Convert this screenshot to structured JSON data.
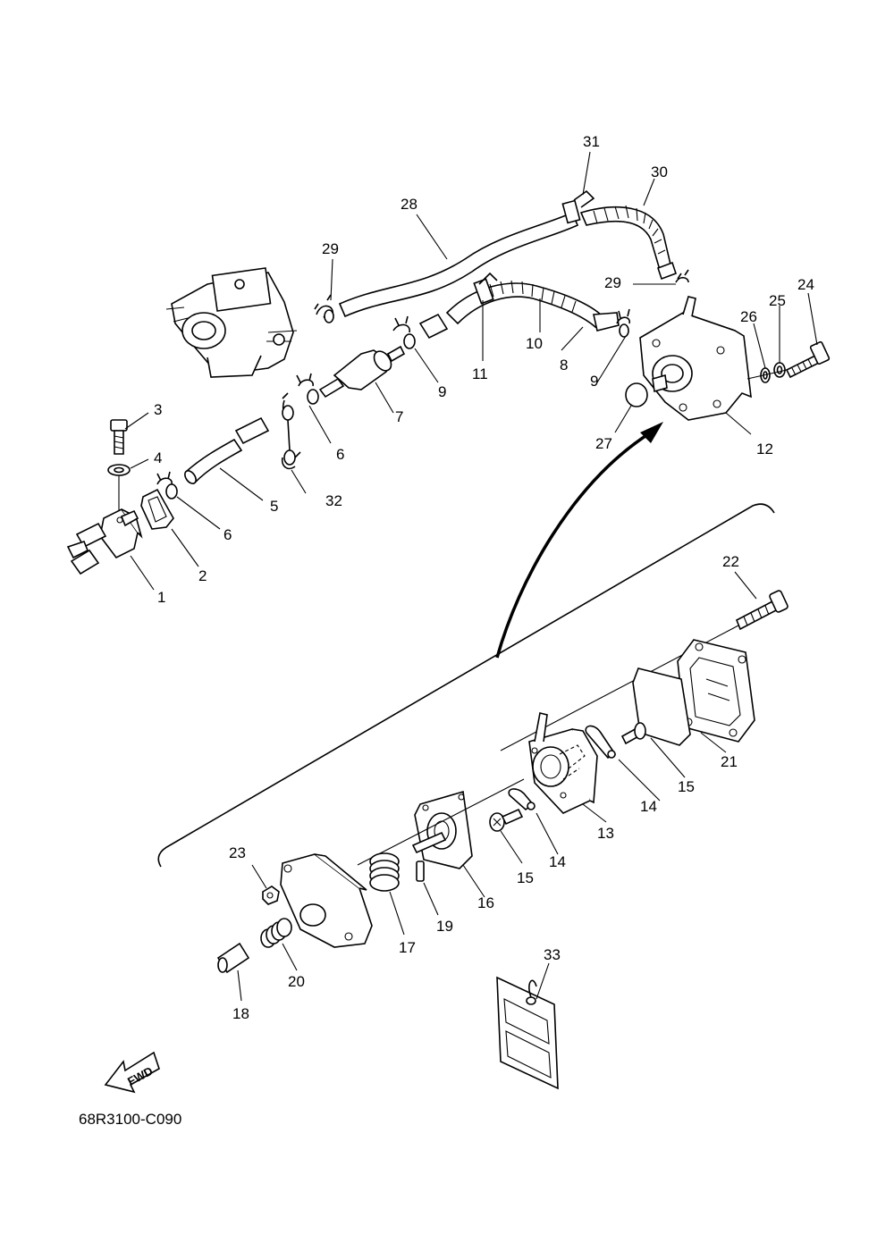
{
  "diagram_code": "68R3100-C090",
  "fwd_label": "FWD",
  "callouts": {
    "c1": "1",
    "c2": "2",
    "c3": "3",
    "c4": "4",
    "c5": "5",
    "c6a": "6",
    "c6b": "6",
    "c7": "7",
    "c8": "8",
    "c9a": "9",
    "c9b": "9",
    "c10": "10",
    "c11": "11",
    "c12": "12",
    "c13": "13",
    "c14a": "14",
    "c14b": "14",
    "c15a": "15",
    "c15b": "15",
    "c16": "16",
    "c17": "17",
    "c18": "18",
    "c19": "19",
    "c20": "20",
    "c21": "21",
    "c22": "22",
    "c23": "23",
    "c24": "24",
    "c25": "25",
    "c26": "26",
    "c27": "27",
    "c28": "28",
    "c29a": "29",
    "c29b": "29",
    "c30": "30",
    "c31": "31",
    "c32": "32",
    "c33": "33"
  }
}
